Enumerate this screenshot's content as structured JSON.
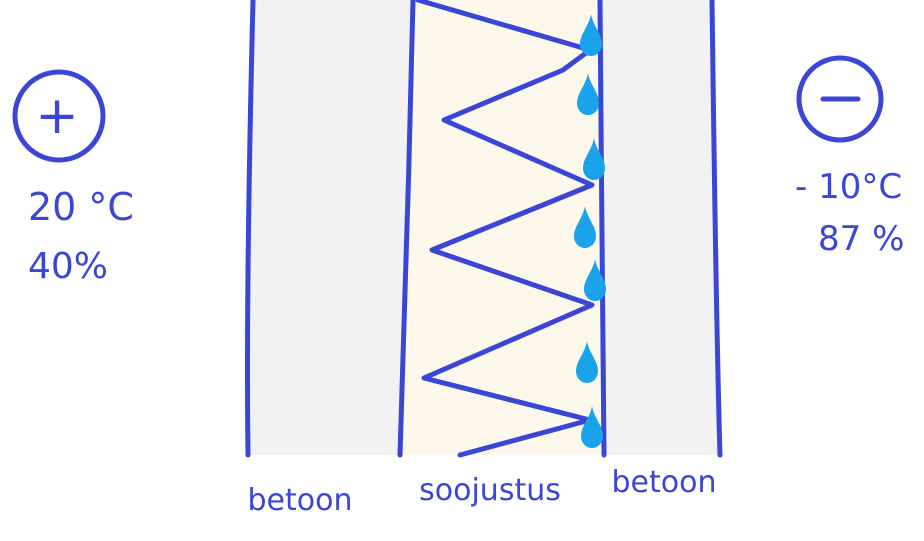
{
  "colors": {
    "ink": "#3a46d6",
    "concrete": "#f2f2f4",
    "insulation": "#fdf8ec",
    "droplet": "#1aa3ea"
  },
  "inside": {
    "symbol": "+",
    "temperature": "20 °C",
    "humidity": "40%"
  },
  "outside": {
    "symbol": "−",
    "temperature": "- 10°C",
    "humidity": "87 %"
  },
  "layers": {
    "left": "betoon",
    "middle": "soojustus",
    "right": "betoon"
  },
  "icons": {
    "droplet": "water-droplet-icon"
  }
}
